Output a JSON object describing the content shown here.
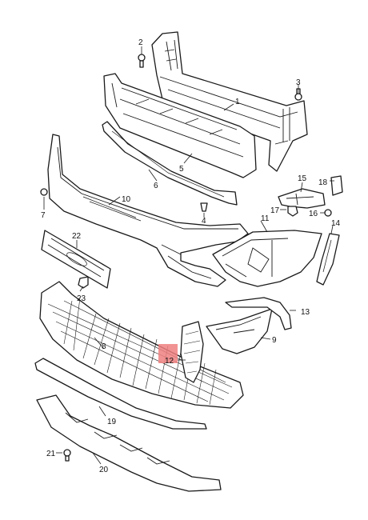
{
  "callouts": {
    "p1": "1",
    "p2": "2",
    "p3": "3",
    "p4": "4",
    "p5": "5",
    "p6": "6",
    "p7": "7",
    "p8": "8",
    "p9": "9",
    "p10": "10",
    "p11": "11",
    "p12": "12",
    "p13": "13",
    "p14": "14",
    "p15": "15",
    "p16": "16",
    "p17": "17",
    "p18": "18",
    "p19": "19",
    "p20": "20",
    "p21": "21",
    "p22": "22",
    "p23": "23"
  },
  "colors": {
    "line": "#1a1a1a",
    "highlight": "#f08080"
  }
}
